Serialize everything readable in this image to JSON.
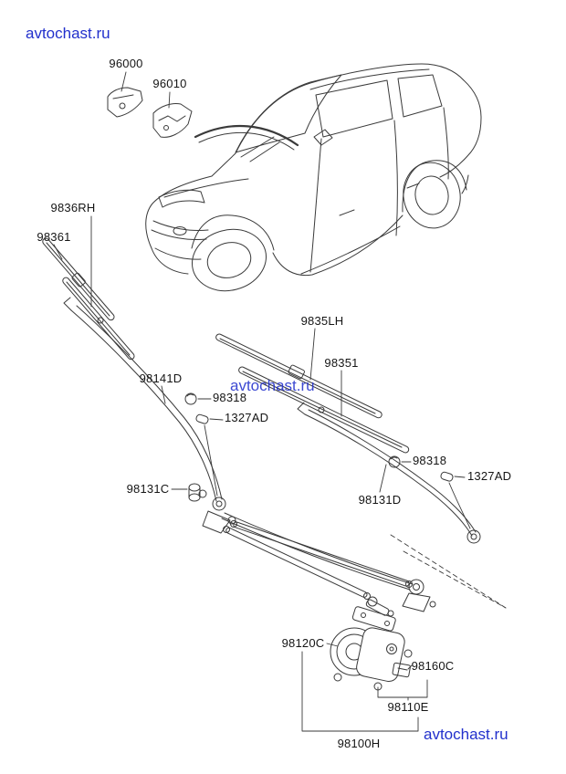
{
  "colors": {
    "background": "#ffffff",
    "line": "#3a3a3a",
    "label_text": "#151515",
    "watermark": "#2230cc"
  },
  "watermarks": {
    "top_left": "avtochast.ru",
    "center": "avtochast.ru",
    "bottom_right": "avtochast.ru"
  },
  "part_labels": {
    "p96000": "96000",
    "p96010": "96010",
    "p9836RH": "9836RH",
    "p98361": "98361",
    "p98141D": "98141D",
    "p98318_left": "98318",
    "p1327AD_left": "1327AD",
    "p98131C": "98131C",
    "p9835LH": "9835LH",
    "p98351": "98351",
    "p98318_right": "98318",
    "p1327AD_right": "1327AD",
    "p98131D": "98131D",
    "p98120C": "98120C",
    "p98160C": "98160C",
    "p98110E": "98110E",
    "p98100H": "98100H"
  }
}
